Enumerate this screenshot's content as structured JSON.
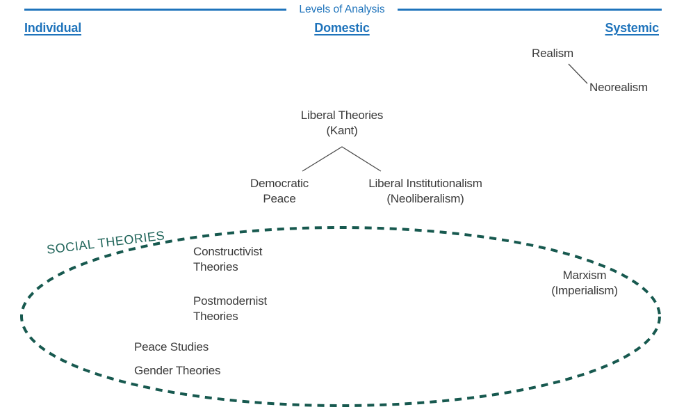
{
  "colors": {
    "blue": "#1e73bb",
    "teal": "#1f6459",
    "teal_dark": "#17594f",
    "ink": "#3a3a3a",
    "connector": "#4a4a4a"
  },
  "header": {
    "title": "Levels of Analysis",
    "levels": [
      {
        "label": "Individual"
      },
      {
        "label": "Domestic"
      },
      {
        "label": "Systemic"
      }
    ]
  },
  "nodes": {
    "realism": "Realism",
    "neorealism": "Neorealism",
    "liberal_theories": "Liberal Theories\n(Kant)",
    "democratic_peace": "Democratic\nPeace",
    "liberal_institutionalism": "Liberal Institutionalism\n(Neoliberalism)",
    "constructivist": "Constructivist\nTheories",
    "postmodernist": "Postmodernist\nTheories",
    "peace_studies": "Peace Studies",
    "gender_theories": "Gender Theories",
    "marxism": "Marxism\n(Imperialism)"
  },
  "group": {
    "label": "SOCIAL THEORIES"
  }
}
